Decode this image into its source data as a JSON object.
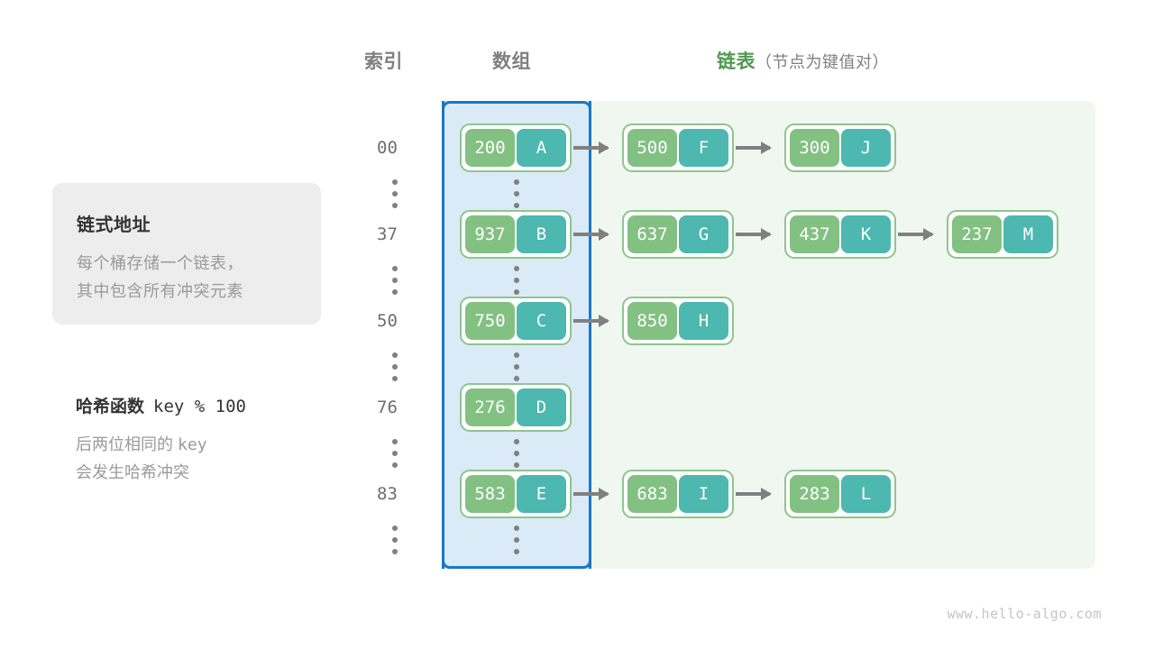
{
  "headers": {
    "index": "索引",
    "array": "数组",
    "linked_list": "链表",
    "linked_list_sub": "（节点为键值对）"
  },
  "info_card": {
    "title": "链式地址",
    "line1": "每个桶存储一个链表，",
    "line2": "其中包含所有冲突元素"
  },
  "hash_note": {
    "title": "哈希函数",
    "formula": "key % 100",
    "line1": "后两位相同的",
    "line1_mono": "key",
    "line2": "会发生哈希冲突"
  },
  "colors": {
    "array_fill": "#daeaf6",
    "array_border": "#1878c8",
    "list_fill": "#f0f7f0",
    "node_key": "#82c182",
    "node_value": "#4cb8b0",
    "node_border": "#8dc68d",
    "arrow": "#808080",
    "accent_green": "#4e9a4e",
    "card_bg": "#ededed"
  },
  "buckets": [
    {
      "index": "00",
      "nodes": [
        {
          "key": "200",
          "value": "A"
        },
        {
          "key": "500",
          "value": "F"
        },
        {
          "key": "300",
          "value": "J"
        }
      ]
    },
    {
      "index": "37",
      "nodes": [
        {
          "key": "937",
          "value": "B"
        },
        {
          "key": "637",
          "value": "G"
        },
        {
          "key": "437",
          "value": "K"
        },
        {
          "key": "237",
          "value": "M"
        }
      ]
    },
    {
      "index": "50",
      "nodes": [
        {
          "key": "750",
          "value": "C"
        },
        {
          "key": "850",
          "value": "H"
        }
      ]
    },
    {
      "index": "76",
      "nodes": [
        {
          "key": "276",
          "value": "D"
        }
      ]
    },
    {
      "index": "83",
      "nodes": [
        {
          "key": "583",
          "value": "E"
        },
        {
          "key": "683",
          "value": "I"
        },
        {
          "key": "283",
          "value": "L"
        }
      ]
    }
  ],
  "gap_marker": "⋮",
  "footer": "www.hello-algo.com"
}
